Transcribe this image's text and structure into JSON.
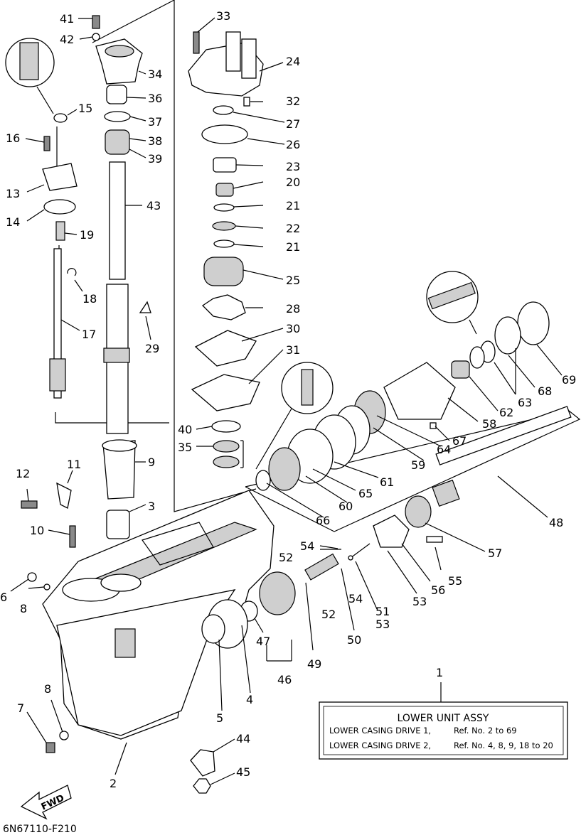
{
  "diagram_code": "6N67110-F210",
  "fwd_label": "FWD",
  "assy": {
    "ref_number": "1",
    "title": "LOWER UNIT ASSY",
    "rows": [
      {
        "name": "LOWER CASING DRIVE 1,",
        "ref": "Ref. No. 2  to  69"
      },
      {
        "name": "LOWER CASING DRIVE 2,",
        "ref": "Ref. No. 4, 8, 9, 18  to  20"
      }
    ]
  },
  "callouts": [
    "41",
    "42",
    "34",
    "36",
    "37",
    "38",
    "39",
    "15",
    "16",
    "13",
    "14",
    "19",
    "43",
    "18",
    "17",
    "29",
    "33",
    "24",
    "32",
    "27",
    "26",
    "23",
    "20",
    "21",
    "22",
    "21",
    "25",
    "28",
    "30",
    "31",
    "40",
    "35",
    "9",
    "3",
    "12",
    "11",
    "10",
    "6",
    "8",
    "7",
    "8",
    "2",
    "44",
    "45",
    "5",
    "4",
    "47",
    "46",
    "49",
    "50",
    "51",
    "52",
    "52",
    "53",
    "53",
    "54",
    "54",
    "55",
    "56",
    "57",
    "48",
    "59",
    "60",
    "61",
    "62",
    "63",
    "64",
    "65",
    "66",
    "67",
    "58",
    "68",
    "69"
  ]
}
